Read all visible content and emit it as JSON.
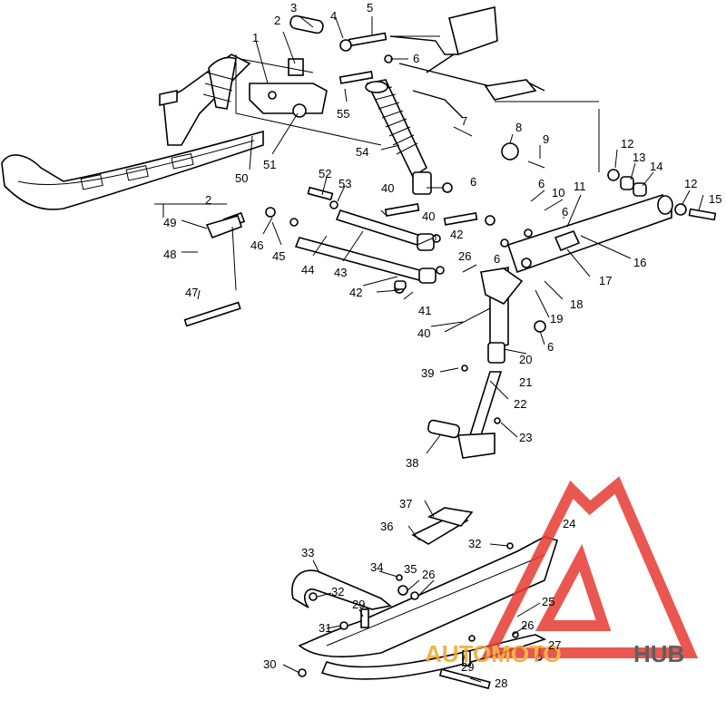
{
  "callouts": [
    {
      "id": "c1",
      "text": "1"
    },
    {
      "id": "c2a",
      "text": "2"
    },
    {
      "id": "c3",
      "text": "3"
    },
    {
      "id": "c4",
      "text": "4"
    },
    {
      "id": "c5",
      "text": "5"
    },
    {
      "id": "c6a",
      "text": "6"
    },
    {
      "id": "c7",
      "text": "7"
    },
    {
      "id": "c8",
      "text": "8"
    },
    {
      "id": "c9",
      "text": "9"
    },
    {
      "id": "c6b",
      "text": "6"
    },
    {
      "id": "c10",
      "text": "10"
    },
    {
      "id": "c11",
      "text": "11"
    },
    {
      "id": "c12a",
      "text": "12"
    },
    {
      "id": "c13",
      "text": "13"
    },
    {
      "id": "c14",
      "text": "14"
    },
    {
      "id": "c12b",
      "text": "12"
    },
    {
      "id": "c15",
      "text": "15"
    },
    {
      "id": "c16",
      "text": "16"
    },
    {
      "id": "c17",
      "text": "17"
    },
    {
      "id": "c18",
      "text": "18"
    },
    {
      "id": "c19",
      "text": "19"
    },
    {
      "id": "c20",
      "text": "20"
    },
    {
      "id": "c6c",
      "text": "6"
    },
    {
      "id": "c6d",
      "text": "6"
    },
    {
      "id": "c6e",
      "text": "6"
    },
    {
      "id": "c6f",
      "text": "6"
    },
    {
      "id": "c21",
      "text": "21"
    },
    {
      "id": "c22",
      "text": "22"
    },
    {
      "id": "c23",
      "text": "23"
    },
    {
      "id": "c38",
      "text": "38"
    },
    {
      "id": "c39",
      "text": "39"
    },
    {
      "id": "c40a",
      "text": "40"
    },
    {
      "id": "c40b",
      "text": "40"
    },
    {
      "id": "c40c",
      "text": "40"
    },
    {
      "id": "c41",
      "text": "41"
    },
    {
      "id": "c42a",
      "text": "42"
    },
    {
      "id": "c42b",
      "text": "42"
    },
    {
      "id": "c43",
      "text": "43"
    },
    {
      "id": "c44",
      "text": "44"
    },
    {
      "id": "c45",
      "text": "45"
    },
    {
      "id": "c46",
      "text": "46"
    },
    {
      "id": "c47",
      "text": "47"
    },
    {
      "id": "c48",
      "text": "48"
    },
    {
      "id": "c49",
      "text": "49"
    },
    {
      "id": "c2b",
      "text": "2"
    },
    {
      "id": "c50",
      "text": "50"
    },
    {
      "id": "c51",
      "text": "51"
    },
    {
      "id": "c52",
      "text": "52"
    },
    {
      "id": "c53",
      "text": "53"
    },
    {
      "id": "c54",
      "text": "54"
    },
    {
      "id": "c55",
      "text": "55"
    },
    {
      "id": "c26a",
      "text": "26"
    },
    {
      "id": "c36",
      "text": "36"
    },
    {
      "id": "c37",
      "text": "37"
    },
    {
      "id": "c32a",
      "text": "32"
    },
    {
      "id": "c24",
      "text": "24"
    },
    {
      "id": "c33",
      "text": "33"
    },
    {
      "id": "c34",
      "text": "34"
    },
    {
      "id": "c35",
      "text": "35"
    },
    {
      "id": "c26b",
      "text": "26"
    },
    {
      "id": "c32b",
      "text": "32"
    },
    {
      "id": "c29a",
      "text": "29"
    },
    {
      "id": "c25",
      "text": "25"
    },
    {
      "id": "c26c",
      "text": "26"
    },
    {
      "id": "c31",
      "text": "31"
    },
    {
      "id": "c27",
      "text": "27"
    },
    {
      "id": "c30",
      "text": "30"
    },
    {
      "id": "c29b",
      "text": "29"
    },
    {
      "id": "c28",
      "text": "28"
    }
  ],
  "watermark": {
    "brand_part1": "AUTOMOTO",
    "brand_part2": "HUB",
    "color_red": "#e63a32",
    "color_orange": "#f2a62a",
    "color_dark": "#444444"
  }
}
